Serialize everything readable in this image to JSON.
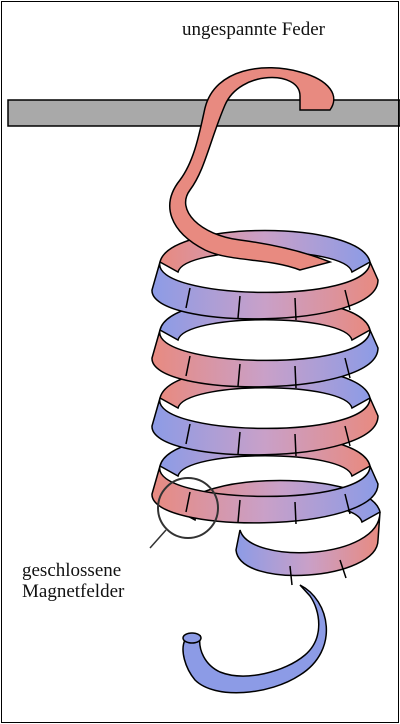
{
  "labels": {
    "top_right": "ungespannte Feder",
    "bottom_left_line1": "geschlossene",
    "bottom_left_line2": "Magnetfelder"
  },
  "colors": {
    "spring_red": "#e88a80",
    "spring_blue": "#8c9be6",
    "bar_gray": "#a9a9a9",
    "outline": "#000000",
    "background": "#ffffff"
  },
  "coils": 5
}
